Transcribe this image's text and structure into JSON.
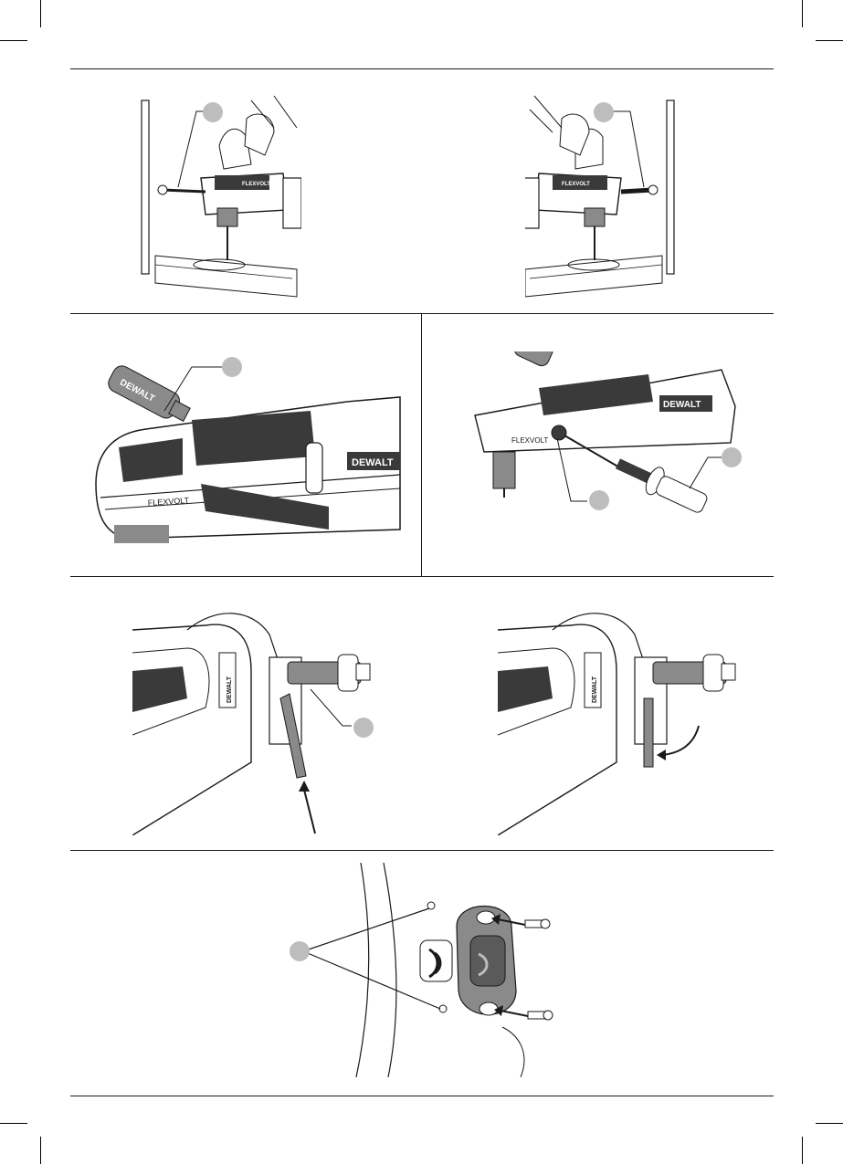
{
  "page": {
    "figures": [
      {
        "id": "fig-drill-left",
        "brand": "FLEXVOLT"
      },
      {
        "id": "fig-drill-right",
        "brand": "FLEXVOLT"
      },
      {
        "id": "fig-oil-fill",
        "brand_bottle": "DEWALT",
        "brand_tool": "DEWALT",
        "model": "FLEXVOLT"
      },
      {
        "id": "fig-side-handle-insert",
        "brand_tool": "DEWALT",
        "model": "FLEXVOLT"
      },
      {
        "id": "fig-hook-insert",
        "brand_tool": "DEWALT"
      },
      {
        "id": "fig-hook-rotate",
        "brand_tool": "DEWALT"
      },
      {
        "id": "fig-tag-mount"
      }
    ]
  },
  "colors": {
    "line": "#1a1a1a",
    "callout": "#bdbdbd",
    "tool_dark": "#3a3a3a",
    "tool_mid": "#8a8a8a"
  },
  "icons": [
    "arrow-icon",
    "screw-icon",
    "rotation-arrow-icon",
    "signal-icon"
  ]
}
